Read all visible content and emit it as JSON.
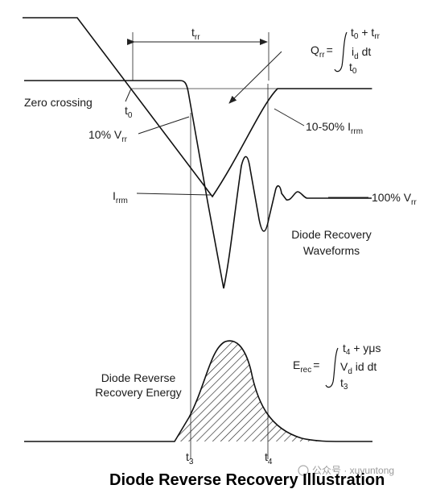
{
  "labels": {
    "trr": "t",
    "trr_sub": "rr",
    "qrr": "Q",
    "qrr_sub": "rr",
    "qrr_eq": "=",
    "qrr_upper": "t",
    "qrr_upper_sub": "0",
    "qrr_upper_plus": " + t",
    "qrr_upper_sub2": "rr",
    "qrr_integrand": "i",
    "qrr_integrand_sub": "d",
    "qrr_integrand_dt": " dt",
    "qrr_lower": "t",
    "qrr_lower_sub": "0",
    "zero_crossing": "Zero crossing",
    "t0": "t",
    "t0_sub": "0",
    "ten_pct": "10% V",
    "ten_pct_sub": "rr",
    "ten_fifty": "10-50% I",
    "ten_fifty_sub": "rrm",
    "irrm": "I",
    "irrm_sub": "rrm",
    "hundred_pct": "100% V",
    "hundred_pct_sub": "rr",
    "waveform_title_1": "Diode Recovery",
    "waveform_title_2": "Waveforms",
    "energy_title_1": "Diode Reverse",
    "energy_title_2": "Recovery Energy",
    "erec": "E",
    "erec_sub": "rec",
    "erec_eq": "=",
    "erec_upper": "t",
    "erec_upper_sub": "4",
    "erec_upper_plus": " + yμs",
    "erec_integrand": "V",
    "erec_integrand_sub": "d",
    "erec_integrand_rest": " id dt",
    "erec_lower": "t",
    "erec_lower_sub": "3",
    "t3": "t",
    "t3_sub": "3",
    "t4": "t",
    "t4_sub": "4"
  },
  "caption": "Diode Reverse Recovery Illustration",
  "watermark": "公众号 · xuyuntong"
}
